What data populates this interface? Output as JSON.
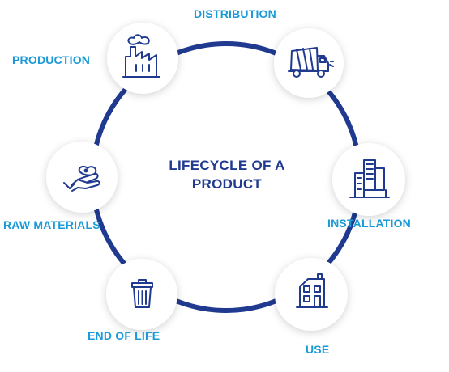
{
  "title_line1": "LIFECYCLE OF A",
  "title_line2": "PRODUCT",
  "colors": {
    "ring": "#1f3a8f",
    "label": "#1a9ad6",
    "title": "#1f3a8f",
    "icon": "#1f3a8f",
    "node": "#ffffff"
  },
  "stages": [
    {
      "label": "DISTRIBUTION",
      "icon": "garbage-truck-icon"
    },
    {
      "label": "PRODUCTION",
      "icon": "factory-icon"
    },
    {
      "label": "RAW MATERIALS",
      "icon": "hand-holding-icon"
    },
    {
      "label": "INSTALLATION",
      "icon": "building-construction-icon"
    },
    {
      "label": "END OF LIFE",
      "icon": "trash-bin-icon"
    },
    {
      "label": "USE",
      "icon": "house-icon"
    }
  ]
}
